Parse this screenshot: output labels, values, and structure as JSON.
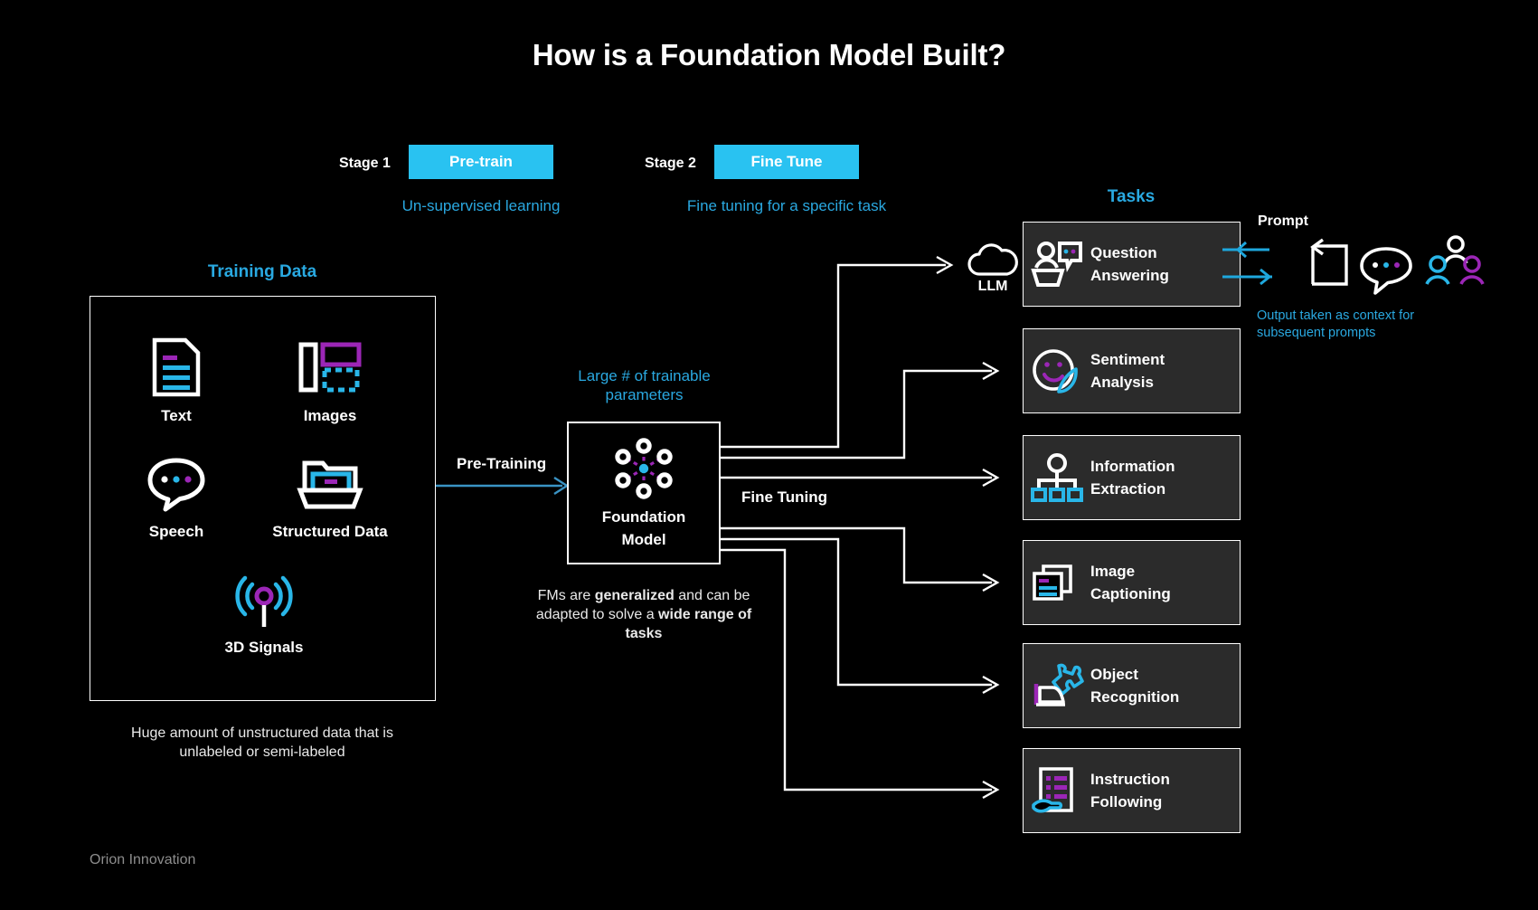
{
  "title": "How is a Foundation Model Built?",
  "colors": {
    "background": "#000000",
    "accent_cyan": "#29c2f1",
    "accent_cyan_text": "#2aa8e0",
    "accent_purple": "#9b26b6",
    "card_bg": "#2b2b2b",
    "white": "#ffffff",
    "footer_gray": "#8d8d8d"
  },
  "stages": [
    {
      "label": "Stage 1",
      "chip": "Pre-train",
      "subtitle": "Un-supervised learning"
    },
    {
      "label": "Stage 2",
      "chip": "Fine Tune",
      "subtitle": "Fine tuning for a specific task"
    }
  ],
  "training": {
    "heading": "Training Data",
    "items": [
      {
        "label": "Text",
        "icon": "document-icon"
      },
      {
        "label": "Images",
        "icon": "images-icon"
      },
      {
        "label": "Speech",
        "icon": "speech-bubble-icon"
      },
      {
        "label": "Structured Data",
        "icon": "folder-icon"
      },
      {
        "label": "3D Signals",
        "icon": "signal-antenna-icon"
      }
    ],
    "caption": "Huge amount of unstructured data that is unlabeled or semi-labeled"
  },
  "flow": {
    "pre_training_label": "Pre-Training",
    "fine_tuning_label": "Fine Tuning",
    "params_note": "Large # of trainable parameters",
    "fm_note_line1": "FMs are ",
    "fm_note_bold1": "generalized",
    "fm_note_line2": " and can be adapted to solve a ",
    "fm_note_bold2": "wide range of tasks"
  },
  "foundation_model": {
    "line1": "Foundation",
    "line2": "Model",
    "icon": "network-nodes-icon"
  },
  "llm": {
    "label": "LLM",
    "icon": "cloud-icon"
  },
  "tasks": {
    "heading": "Tasks",
    "items": [
      {
        "line1": "Question",
        "line2": "Answering",
        "icon": "person-chat-icon"
      },
      {
        "line1": "Sentiment",
        "line2": "Analysis",
        "icon": "smiley-analysis-icon"
      },
      {
        "line1": "Information",
        "line2": "Extraction",
        "icon": "hierarchy-icon"
      },
      {
        "line1": "Image",
        "line2": "Captioning",
        "icon": "image-stack-icon"
      },
      {
        "line1": "Object",
        "line2": "Recognition",
        "icon": "puzzle-scan-icon"
      },
      {
        "line1": "Instruction",
        "line2": "Following",
        "icon": "checklist-hand-icon"
      }
    ]
  },
  "prompt": {
    "label": "Prompt",
    "note": "Output taken as context for subsequent prompts",
    "icons": [
      "loop-arrow-icon",
      "chat-bubble-icon",
      "people-icon"
    ]
  },
  "footer": "Orion Innovation"
}
